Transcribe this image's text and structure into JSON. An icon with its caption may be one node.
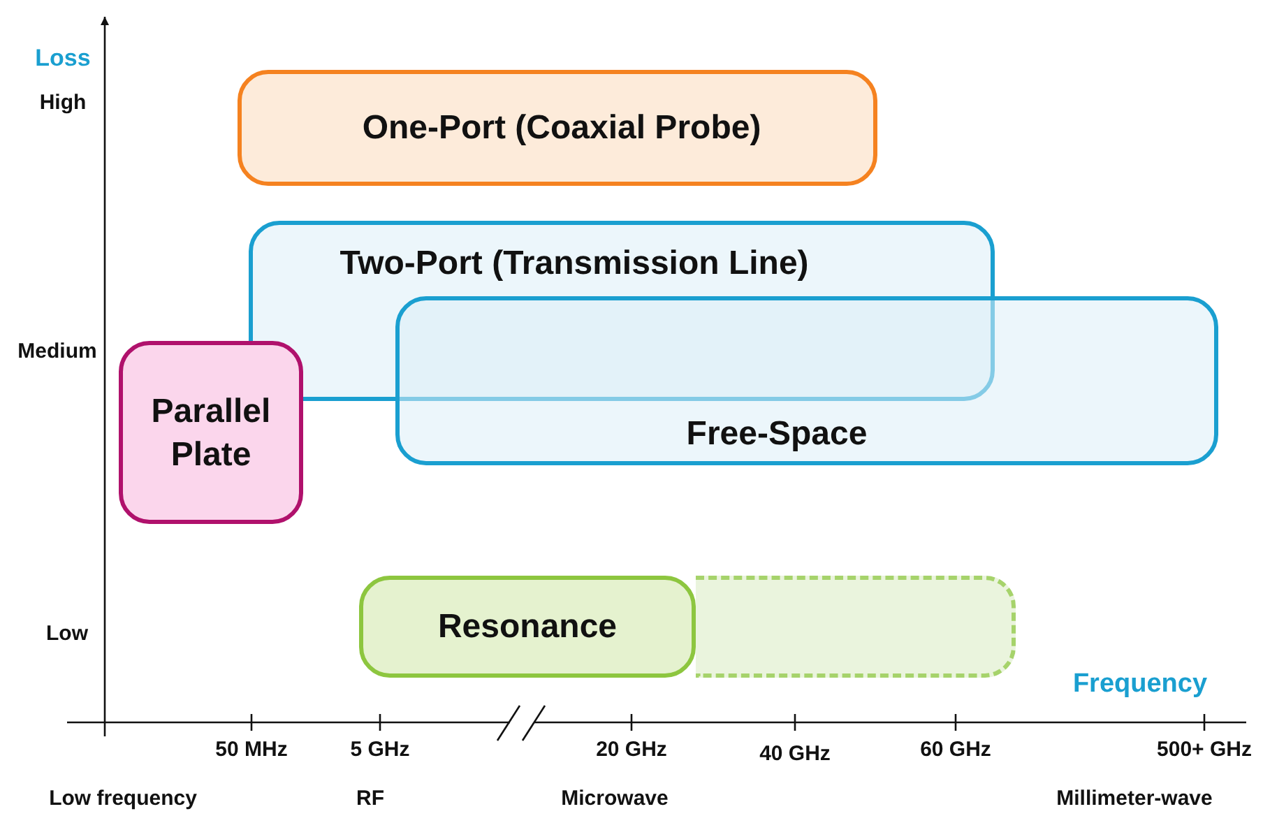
{
  "diagram": {
    "nodes": [
      {
        "text": [
          "One-Port (Coaxial Probe)"
        ]
      },
      {
        "text": [
          "Two-Port (Transmission Line)"
        ]
      },
      {
        "text": [
          "Free-Space"
        ]
      },
      {
        "text": [
          "Parallel Plate"
        ]
      },
      {
        "text": [
          "Resonance"
        ]
      },
      {
        "text": [],
        "shape": "box"
      }
    ],
    "labels": [
      "Loss",
      "High",
      "Medium",
      "Low",
      "Frequency",
      "50 MHz",
      "5 GHz",
      "20 GHz",
      "40 GHz",
      "60 GHz",
      "500+ GHz",
      "Low frequency",
      "RF",
      "Microwave",
      "Millimeter-wave"
    ]
  }
}
